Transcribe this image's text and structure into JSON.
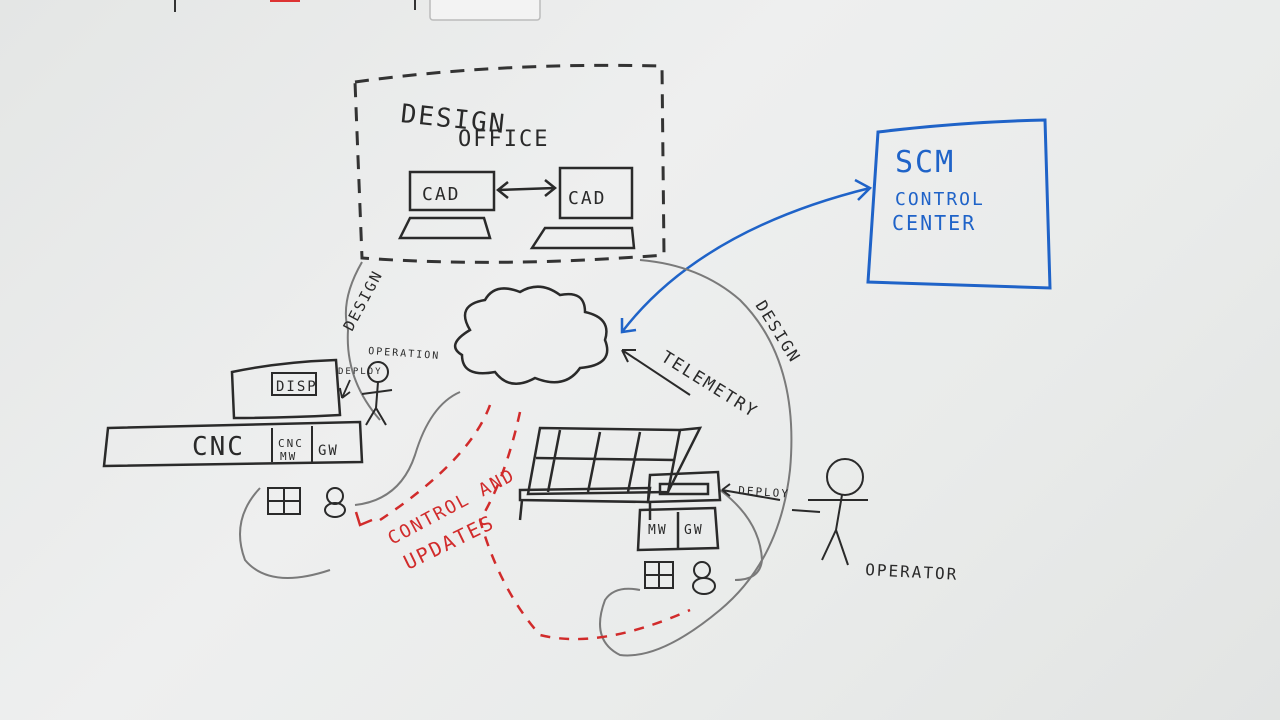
{
  "design_office": {
    "title_line1": "DESIGN",
    "title_line2": "OFFICE",
    "cad_left": "CAD",
    "cad_right": "CAD"
  },
  "control_center": {
    "line1": "SCM",
    "line2": "CONTROL",
    "line3": "CENTER"
  },
  "flows": {
    "design_left": "DESIGN",
    "design_right": "DESIGN",
    "operation_left": "OPERATION",
    "telemetry": "TELEMETRY",
    "deploy_left": "DEPLOY",
    "deploy_right": "DEPLOY"
  },
  "cnc_machine": {
    "disp": "DISP",
    "cnc": "CNC",
    "cnc_mw": "CNC\nMW",
    "gw": "GW"
  },
  "printer_machine": {
    "mw": "MW",
    "gw": "GW"
  },
  "red_note": {
    "line1": "CONTROL AND",
    "line2": "UPDATES"
  },
  "operator_label": "OPERATOR",
  "colors": {
    "ink": "#2a2a2a",
    "blue": "#1f63c8",
    "red": "#d12b2b",
    "board": "#e9ebea"
  }
}
